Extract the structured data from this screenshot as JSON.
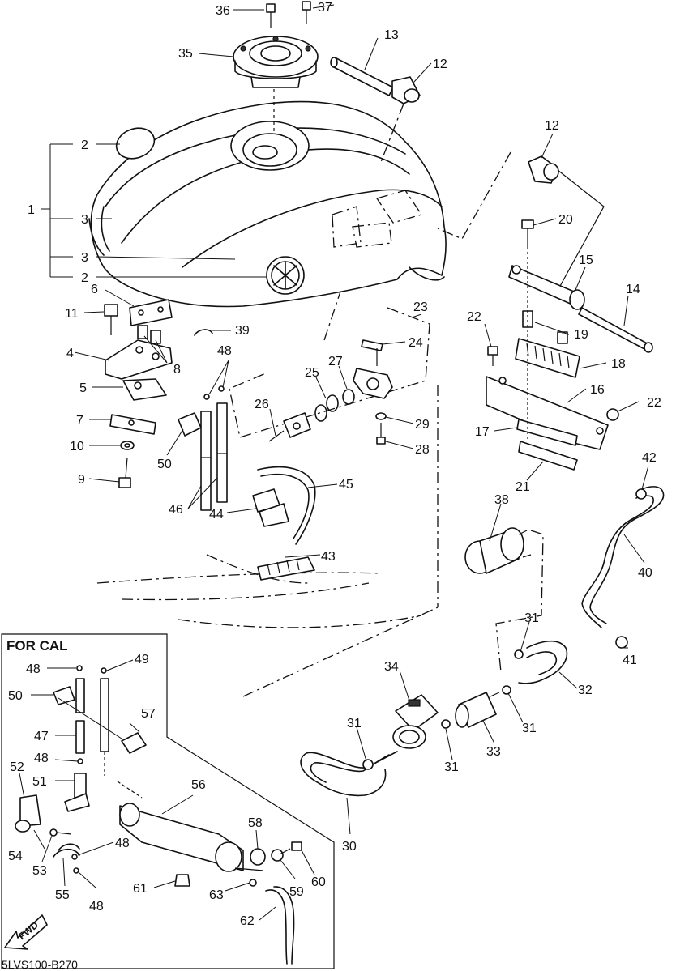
{
  "diagram": {
    "code": "5LVS100-B270",
    "inset_title": "FOR CAL",
    "fwd_label": "FWD",
    "labels": {
      "p1": "1",
      "p2a": "2",
      "p2b": "2",
      "p3a": "3",
      "p3b": "3",
      "p4": "4",
      "p5": "5",
      "p6": "6",
      "p7": "7",
      "p8": "8",
      "p9": "9",
      "p10": "10",
      "p11": "11",
      "p12a": "12",
      "p12b": "12",
      "p13": "13",
      "p14": "14",
      "p15": "15",
      "p16": "16",
      "p17": "17",
      "p18": "18",
      "p19": "19",
      "p20": "20",
      "p21": "21",
      "p22a": "22",
      "p22b": "22",
      "p23": "23",
      "p24": "24",
      "p25": "25",
      "p26": "26",
      "p27": "27",
      "p28": "28",
      "p29": "29",
      "p30": "30",
      "p31a": "31",
      "p31b": "31",
      "p31c": "31",
      "p31d": "31",
      "p32": "32",
      "p33": "33",
      "p34": "34",
      "p35": "35",
      "p36": "36",
      "p37": "37",
      "p38": "38",
      "p39": "39",
      "p40": "40",
      "p41": "41",
      "p42": "42",
      "p43": "43",
      "p44": "44",
      "p45": "45",
      "p46": "46",
      "p47": "47",
      "p48a": "48",
      "p48b": "48",
      "p48c": "48",
      "p48d": "48",
      "p48e": "48",
      "p49": "49",
      "p50a": "50",
      "p50b": "50",
      "p51": "51",
      "p52": "52",
      "p53": "53",
      "p54": "54",
      "p55": "55",
      "p56": "56",
      "p57": "57",
      "p58": "58",
      "p59": "59",
      "p60": "60",
      "p61": "61",
      "p62": "62",
      "p63": "63"
    }
  }
}
